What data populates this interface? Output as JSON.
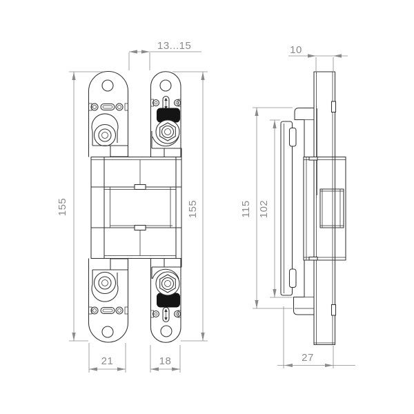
{
  "drawing": {
    "type": "technical-drawing-concealed-hinge",
    "dims": {
      "gap": "13...15",
      "plate_thickness": "10",
      "height_left": "155",
      "height_right": "155",
      "frame_part_height": "115",
      "frame_plate_height": "102",
      "left_plate_width": "21",
      "right_plate_width": "18",
      "depth": "27"
    },
    "colors": {
      "line": "#303030",
      "dimension": "#8a8a8a",
      "solid_black": "#141414",
      "background": "#ffffff"
    }
  }
}
